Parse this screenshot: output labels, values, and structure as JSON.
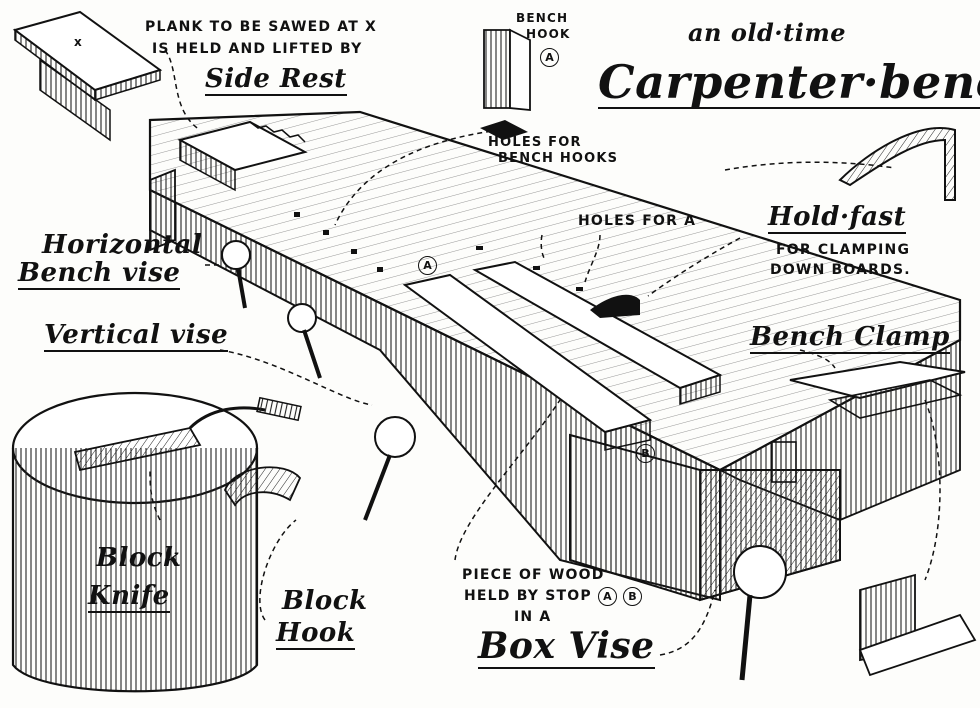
{
  "title": {
    "line1": "an old·time",
    "line2": "Carpenter·bench"
  },
  "labels": {
    "plank_note_line1": "PLANK TO BE SAWED AT X",
    "plank_note_line2": "IS HELD AND LIFTED BY",
    "side_rest": "Side Rest",
    "x_mark": "x",
    "bench_hook_line1": "BENCH",
    "bench_hook_line2": "HOOK",
    "holes_bench_hooks_line1": "HOLES FOR",
    "holes_bench_hooks_line2": "BENCH HOOKS",
    "horizontal_line1": "Horizontal",
    "horizontal_line2": "Bench vise",
    "holes_for_a": "HOLES FOR A",
    "holdfast": "Hold·fast",
    "clamping_line1": "FOR CLAMPING",
    "clamping_line2": "DOWN BOARDS.",
    "vertical_vise": "Vertical vise",
    "bench_clamp": "Bench Clamp",
    "block_knife_line1": "Block",
    "block_knife_line2": "Knife",
    "block_hook_line1": "Block",
    "block_hook_line2": "Hook",
    "piece_line1": "PIECE OF WOOD",
    "piece_line2": "HELD BY STOP",
    "piece_line3": "IN A",
    "box_vise": "Box Vise"
  },
  "markers": {
    "a": "A",
    "b": "B"
  }
}
